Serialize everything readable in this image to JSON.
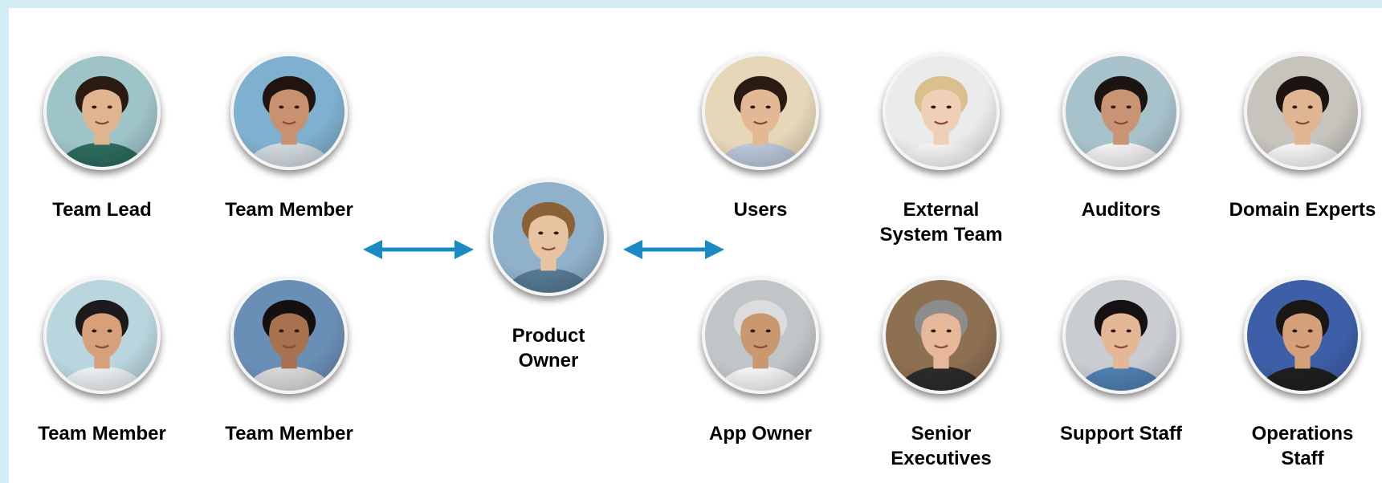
{
  "colors": {
    "frame": "#d4ecf6",
    "arrow": "#1a8ac4",
    "label": "#000000"
  },
  "center": {
    "label": "Product\nOwner",
    "icon": "person-photo-icon"
  },
  "team": [
    {
      "label": "Team Lead",
      "icon": "person-photo-icon"
    },
    {
      "label": "Team Member",
      "icon": "person-photo-icon"
    },
    {
      "label": "Team Member",
      "icon": "person-photo-icon"
    },
    {
      "label": "Team Member",
      "icon": "person-photo-icon"
    }
  ],
  "stakeholders": [
    {
      "label": "Users",
      "icon": "person-photo-icon"
    },
    {
      "label": "External\nSystem Team",
      "icon": "person-photo-icon"
    },
    {
      "label": "Auditors",
      "icon": "person-photo-icon"
    },
    {
      "label": "Domain Experts",
      "icon": "person-photo-icon"
    },
    {
      "label": "App Owner",
      "icon": "person-photo-icon"
    },
    {
      "label": "Senior\nExecutives",
      "icon": "person-photo-icon"
    },
    {
      "label": "Support Staff",
      "icon": "person-photo-icon"
    },
    {
      "label": "Operations\nStaff",
      "icon": "person-photo-icon"
    }
  ],
  "arrows": [
    {
      "name": "team-to-product-owner",
      "style": "double-headed"
    },
    {
      "name": "product-owner-to-stakeholders",
      "style": "double-headed"
    }
  ]
}
